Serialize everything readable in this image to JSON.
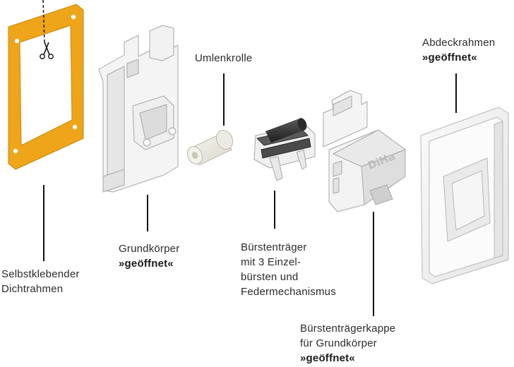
{
  "labels": {
    "umlenkrolle": "Umlenkrolle",
    "abdeckrahmen_line1": "Abdeckrahmen",
    "abdeckrahmen_line2": "»geöffnet«",
    "grundkoerper_line1": "Grundkörper",
    "grundkoerper_line2": "»geöffnet«",
    "buerstentraeger_line1": "Bürstenträger",
    "buerstentraeger_line2": "mit 3 Einzel-",
    "buerstentraeger_line3": "bürsten und",
    "buerstentraeger_line4": "Federmechanismus",
    "selbstklebender_line1": "Selbstklebender",
    "selbstklebender_line2": "Dichtrahmen",
    "kappe_line1": "Bürstenträgerkappe",
    "kappe_line2": "für Grundkörper",
    "kappe_line3": "»geöffnet«"
  },
  "logo_text": "DiHa",
  "icons": [
    "scissors-icon"
  ],
  "colors": {
    "gasket": "#eea519",
    "plastic": "#f3f3f3",
    "plastic_shade": "#d9d9d9",
    "outline": "#a8a8a8",
    "leader": "#111111",
    "brush": "#3a3a3a"
  }
}
